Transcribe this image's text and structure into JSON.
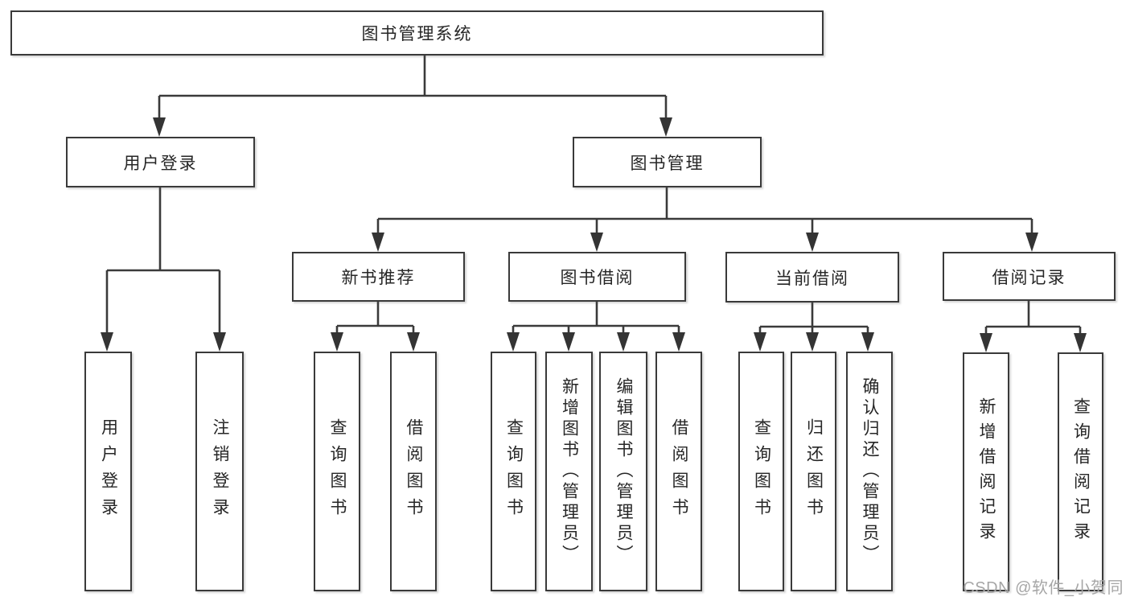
{
  "tree": {
    "root": "图书管理系统",
    "branches": [
      {
        "label": "用户登录",
        "children": [
          "用户登录",
          "注销登录"
        ]
      },
      {
        "label": "图书管理",
        "modules": [
          {
            "label": "新书推荐",
            "children": [
              "查询图书",
              "借阅图书"
            ]
          },
          {
            "label": "图书借阅",
            "children": [
              "查询图书",
              "新增图书（管理员）",
              "编辑图书（管理员）",
              "借阅图书"
            ]
          },
          {
            "label": "当前借阅",
            "children": [
              "查询图书",
              "归还图书",
              "确认归还（管理员）"
            ]
          },
          {
            "label": "借阅记录",
            "children": [
              "新增借阅记录",
              "查询借阅记录"
            ]
          }
        ]
      }
    ]
  },
  "watermark": "CSDN @软件_小贺同学",
  "colors": {
    "line": "#3a3a3a",
    "text": "#262626",
    "box_background": "#ffffff",
    "watermark": "#a6a6a6",
    "background": "#ffffff"
  }
}
